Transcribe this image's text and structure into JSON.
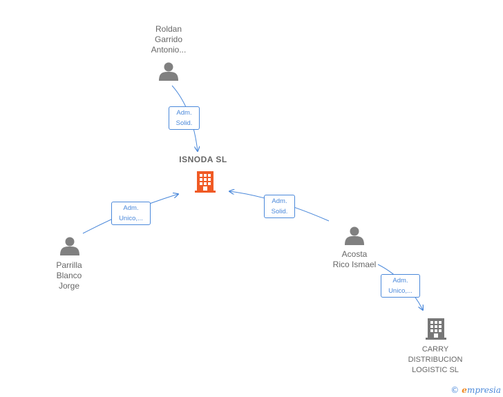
{
  "graph": {
    "center": {
      "name": "ISNODA  SL",
      "icon": "building-icon",
      "color": "#f05a24"
    },
    "nodes": [
      {
        "id": "roldan",
        "lines": [
          "Roldan",
          "Garrido",
          "Antonio..."
        ],
        "icon": "person-icon"
      },
      {
        "id": "parrilla",
        "lines": [
          "Parrilla",
          "Blanco",
          "Jorge"
        ],
        "icon": "person-icon"
      },
      {
        "id": "acosta",
        "lines": [
          "Acosta",
          "Rico Ismael"
        ],
        "icon": "person-icon"
      },
      {
        "id": "carry",
        "lines": [
          "CARRY",
          "DISTRIBUCION",
          "LOGISTIC  SL"
        ],
        "icon": "building-icon"
      }
    ],
    "edges": [
      {
        "from": "roldan",
        "to": "isnoda",
        "label": [
          "Adm.",
          "Solid."
        ]
      },
      {
        "from": "parrilla",
        "to": "isnoda",
        "label": [
          "Adm.",
          "Unico,..."
        ]
      },
      {
        "from": "acosta",
        "to": "isnoda",
        "label": [
          "Adm.",
          "Solid."
        ]
      },
      {
        "from": "acosta",
        "to": "carry",
        "label": [
          "Adm.",
          "Unico,..."
        ]
      }
    ]
  },
  "brand": {
    "copyright": "©",
    "e": "e",
    "name": "mpresia"
  },
  "colors": {
    "edge": "#4a88da",
    "person": "#808080",
    "company_main": "#f05a24",
    "company_other": "#777777",
    "text": "#666666"
  }
}
